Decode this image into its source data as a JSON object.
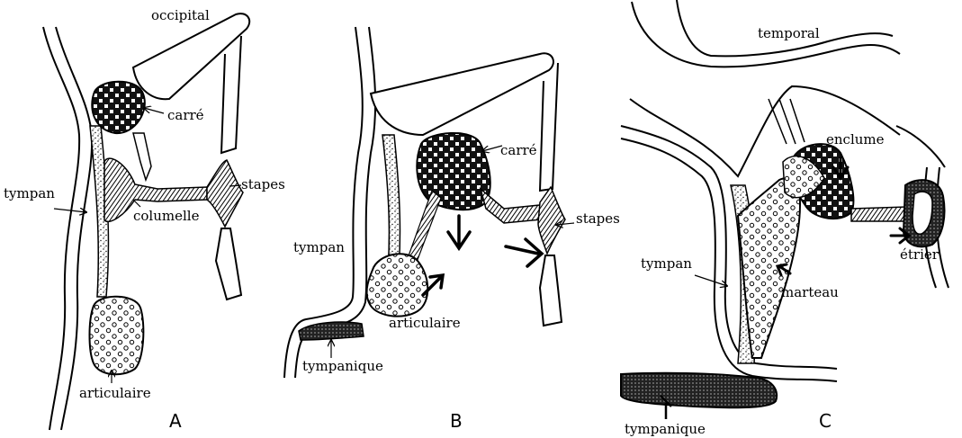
{
  "panels": [
    {
      "letter": "A"
    },
    {
      "letter": "B"
    },
    {
      "letter": "C"
    }
  ],
  "labels": {
    "a_occipital": "occipital",
    "a_carre": "carré",
    "a_tympan": "tympan",
    "a_stapes": "stapes",
    "a_columelle": "columelle",
    "a_articulaire": "articulaire",
    "b_carre": "carré",
    "b_tympan": "tympan",
    "b_stapes": "stapes",
    "b_articulaire": "articulaire",
    "b_tympanique": "tympanique",
    "c_temporal": "temporal",
    "c_enclume": "enclume",
    "c_tympan": "tympan",
    "c_etrier": "étrier",
    "c_marteau": "marteau",
    "c_tympanique": "tympanique"
  },
  "colors": {
    "ink": "#000000",
    "paper": "#ffffff",
    "bone_fill": "#111111"
  }
}
